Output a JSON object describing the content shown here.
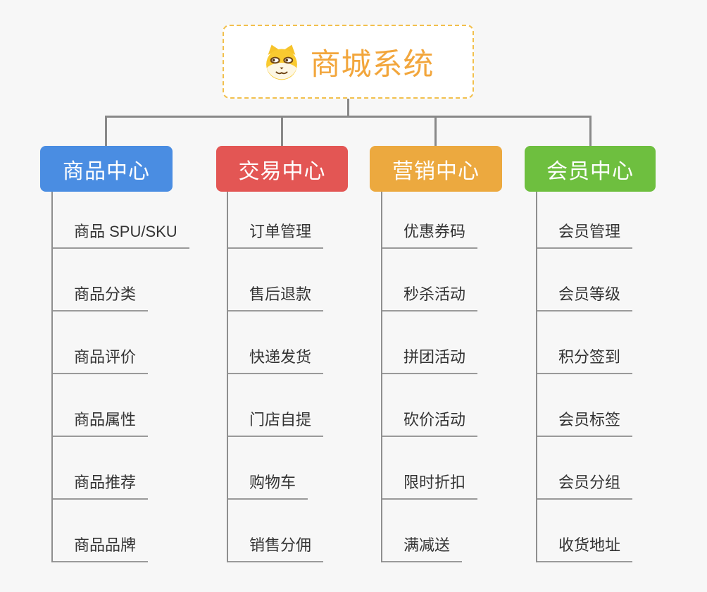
{
  "root": {
    "title": "商城系统",
    "icon": "doge-icon"
  },
  "branches": [
    {
      "label": "商品中心",
      "color": "#4a8de2",
      "items": [
        "商品 SPU/SKU",
        "商品分类",
        "商品评价",
        "商品属性",
        "商品推荐",
        "商品品牌"
      ]
    },
    {
      "label": "交易中心",
      "color": "#e35654",
      "items": [
        "订单管理",
        "售后退款",
        "快递发货",
        "门店自提",
        "购物车",
        "销售分佣"
      ]
    },
    {
      "label": "营销中心",
      "color": "#eca93f",
      "items": [
        "优惠券码",
        "秒杀活动",
        "拼团活动",
        "砍价活动",
        "限时折扣",
        "满减送"
      ]
    },
    {
      "label": "会员中心",
      "color": "#6ebf3f",
      "items": [
        "会员管理",
        "会员等级",
        "积分签到",
        "会员标签",
        "会员分组",
        "收货地址"
      ]
    }
  ],
  "colors": {
    "background": "#f7f7f7",
    "connector_line": "#898989",
    "item_line": "#9a9a9a",
    "item_text": "#333333",
    "root_title": "#f2a63c",
    "root_border": "#f2c04d"
  }
}
